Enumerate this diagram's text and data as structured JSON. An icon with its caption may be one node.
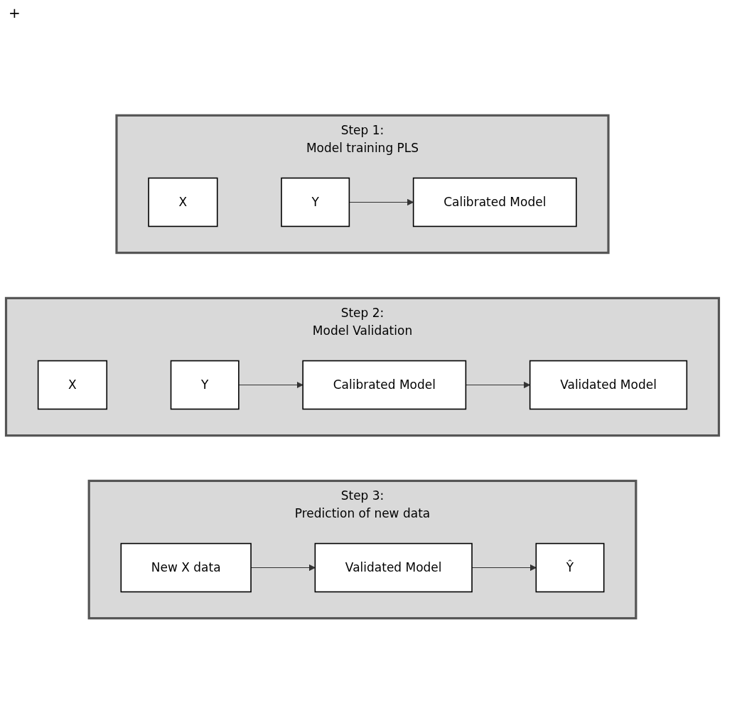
{
  "diagram": {
    "nodes": [
      {
        "text": [
          "Step 1:",
          "Model training PLS"
        ]
      },
      {
        "text": [
          "X"
        ],
        "in": 0
      },
      {
        "text": [
          "Y"
        ],
        "in": 0
      },
      {
        "text": [
          "Calibrated Model"
        ],
        "in": 0
      },
      {
        "text": [
          "Step 2:",
          "Model Validation"
        ]
      },
      {
        "text": [
          "X"
        ],
        "in": 4
      },
      {
        "text": [
          "Y"
        ],
        "in": 4
      },
      {
        "text": [
          "Calibrated Model"
        ],
        "in": 4
      },
      {
        "text": [
          "Validated Model"
        ],
        "in": 4
      },
      {
        "text": [
          "Step 3:",
          "Prediction of new data"
        ]
      },
      {
        "text": [
          "New X data"
        ],
        "in": 9
      },
      {
        "text": [
          "Validated Model"
        ],
        "in": 9
      },
      {
        "text": [
          "Ŷ"
        ],
        "in": 9
      }
    ],
    "edges": [
      {
        "from": 2,
        "to": 3,
        "arrow": "to"
      },
      {
        "from": 6,
        "to": 7,
        "arrow": "to"
      },
      {
        "from": 7,
        "to": 8,
        "arrow": "to"
      },
      {
        "from": 10,
        "to": 11,
        "arrow": "to"
      },
      {
        "from": 11,
        "to": 12,
        "arrow": "to"
      }
    ],
    "labels": [
      "+"
    ]
  }
}
